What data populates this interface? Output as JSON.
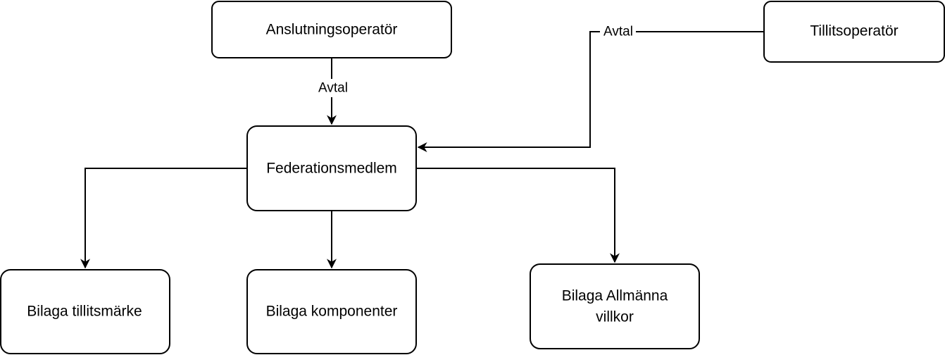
{
  "diagram": {
    "nodes": {
      "anslutningsoperator": {
        "label": "Anslutningsoperatör"
      },
      "tillitsoperator": {
        "label": "Tillitsoperatör"
      },
      "federationsmedlem": {
        "label": "Federationsmedlem"
      },
      "bilaga_tillitsmarke": {
        "label": "Bilaga tillitsmärke"
      },
      "bilaga_komponenter": {
        "label": "Bilaga komponenter"
      },
      "bilaga_allmanna_villkor": {
        "label_line1": "Bilaga Allmänna",
        "label_line2": "villkor"
      }
    },
    "edges": {
      "anslutning_to_federation": {
        "from": "Anslutningsoperatör",
        "to": "Federationsmedlem",
        "label": "Avtal"
      },
      "tillits_to_federation": {
        "from": "Tillitsoperatör",
        "to": "Federationsmedlem",
        "label": "Avtal"
      },
      "federation_to_tillitsmarke": {
        "from": "Federationsmedlem",
        "to": "Bilaga tillitsmärke"
      },
      "federation_to_komponenter": {
        "from": "Federationsmedlem",
        "to": "Bilaga komponenter"
      },
      "federation_to_villkor": {
        "from": "Federationsmedlem",
        "to": "Bilaga Allmänna villkor"
      }
    },
    "colors": {
      "stroke": "#000000",
      "fill": "#ffffff",
      "text": "#000000"
    }
  }
}
